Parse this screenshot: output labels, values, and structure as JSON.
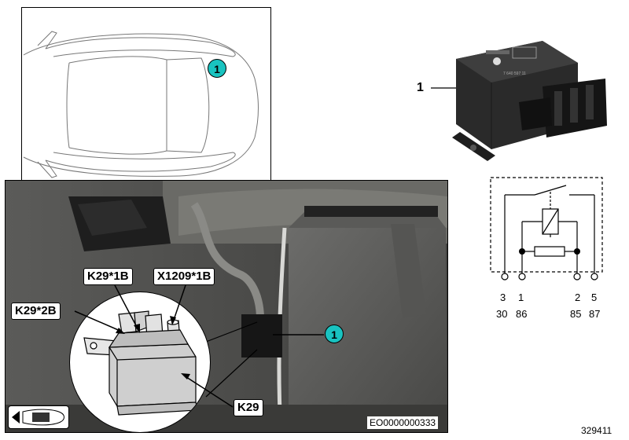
{
  "car_locator": {
    "callout": "1"
  },
  "photo": {
    "callout": "1",
    "labels": {
      "k29_1b": "K29*1B",
      "x1209_1b": "X1209*1B",
      "k29_2b": "K29*2B",
      "k29": "K29"
    },
    "image_code": "EO0000000333"
  },
  "relay_product": {
    "item_label": "1",
    "part_number_text": "7 640 597 11"
  },
  "circuit": {
    "pins": [
      "3",
      "1",
      "2",
      "5"
    ],
    "terminals": [
      "30",
      "86",
      "85",
      "87"
    ]
  },
  "drawing_number": "329411",
  "colors": {
    "callout": "#19c3c0",
    "photo_bg": "#4a4a48"
  }
}
